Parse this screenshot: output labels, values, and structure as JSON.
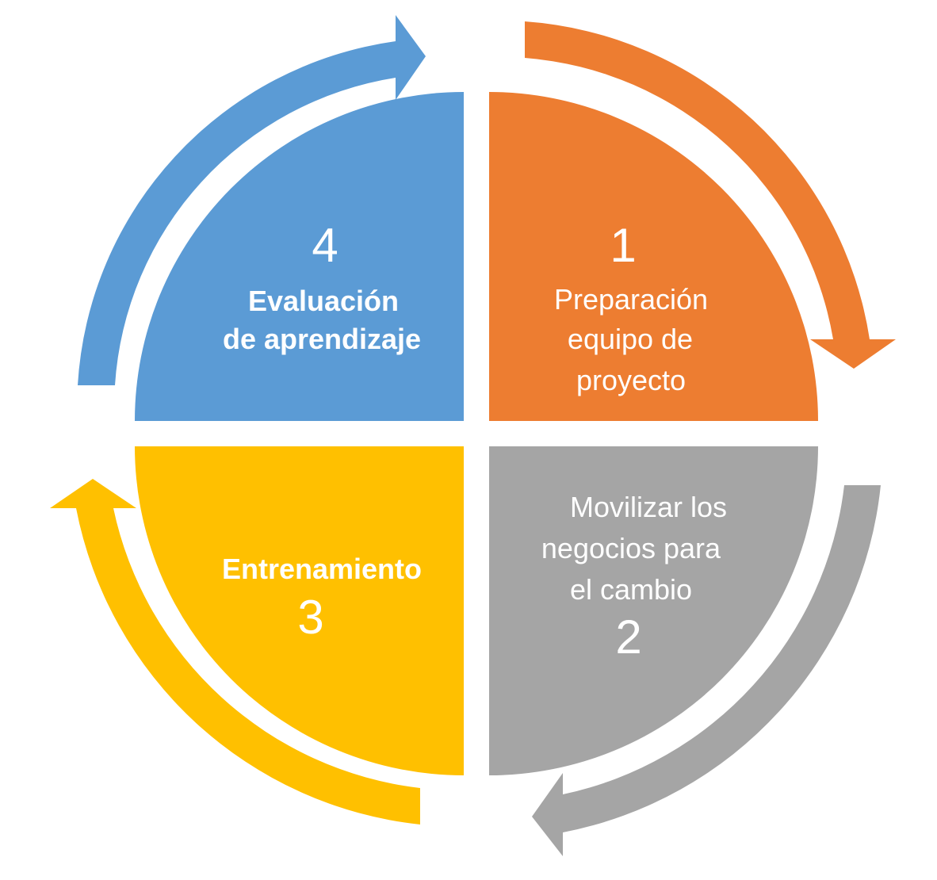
{
  "diagram": {
    "stages": [
      {
        "id": "preparacion",
        "number": "1",
        "lines": [
          "Preparación",
          "equipo de",
          "proyecto"
        ],
        "color": "#ED7D31"
      },
      {
        "id": "movilizar",
        "number": "2",
        "lines": [
          "Movilizar los",
          "negocios para",
          "el cambio"
        ],
        "color": "#A5A5A5"
      },
      {
        "id": "entrenamiento",
        "number": "3",
        "lines": [
          "Entrenamiento"
        ],
        "color": "#FFC000"
      },
      {
        "id": "evaluacion",
        "number": "4",
        "lines": [
          "Evaluación",
          "de aprendizaje"
        ],
        "color": "#5B9BD5"
      }
    ],
    "arrows": [
      {
        "name": "arrow-orange-clockwise-icon",
        "color": "#ED7D31"
      },
      {
        "name": "arrow-gray-clockwise-icon",
        "color": "#A5A5A5"
      },
      {
        "name": "arrow-yellow-clockwise-icon",
        "color": "#FFC000"
      },
      {
        "name": "arrow-blue-clockwise-icon",
        "color": "#5B9BD5"
      }
    ]
  }
}
